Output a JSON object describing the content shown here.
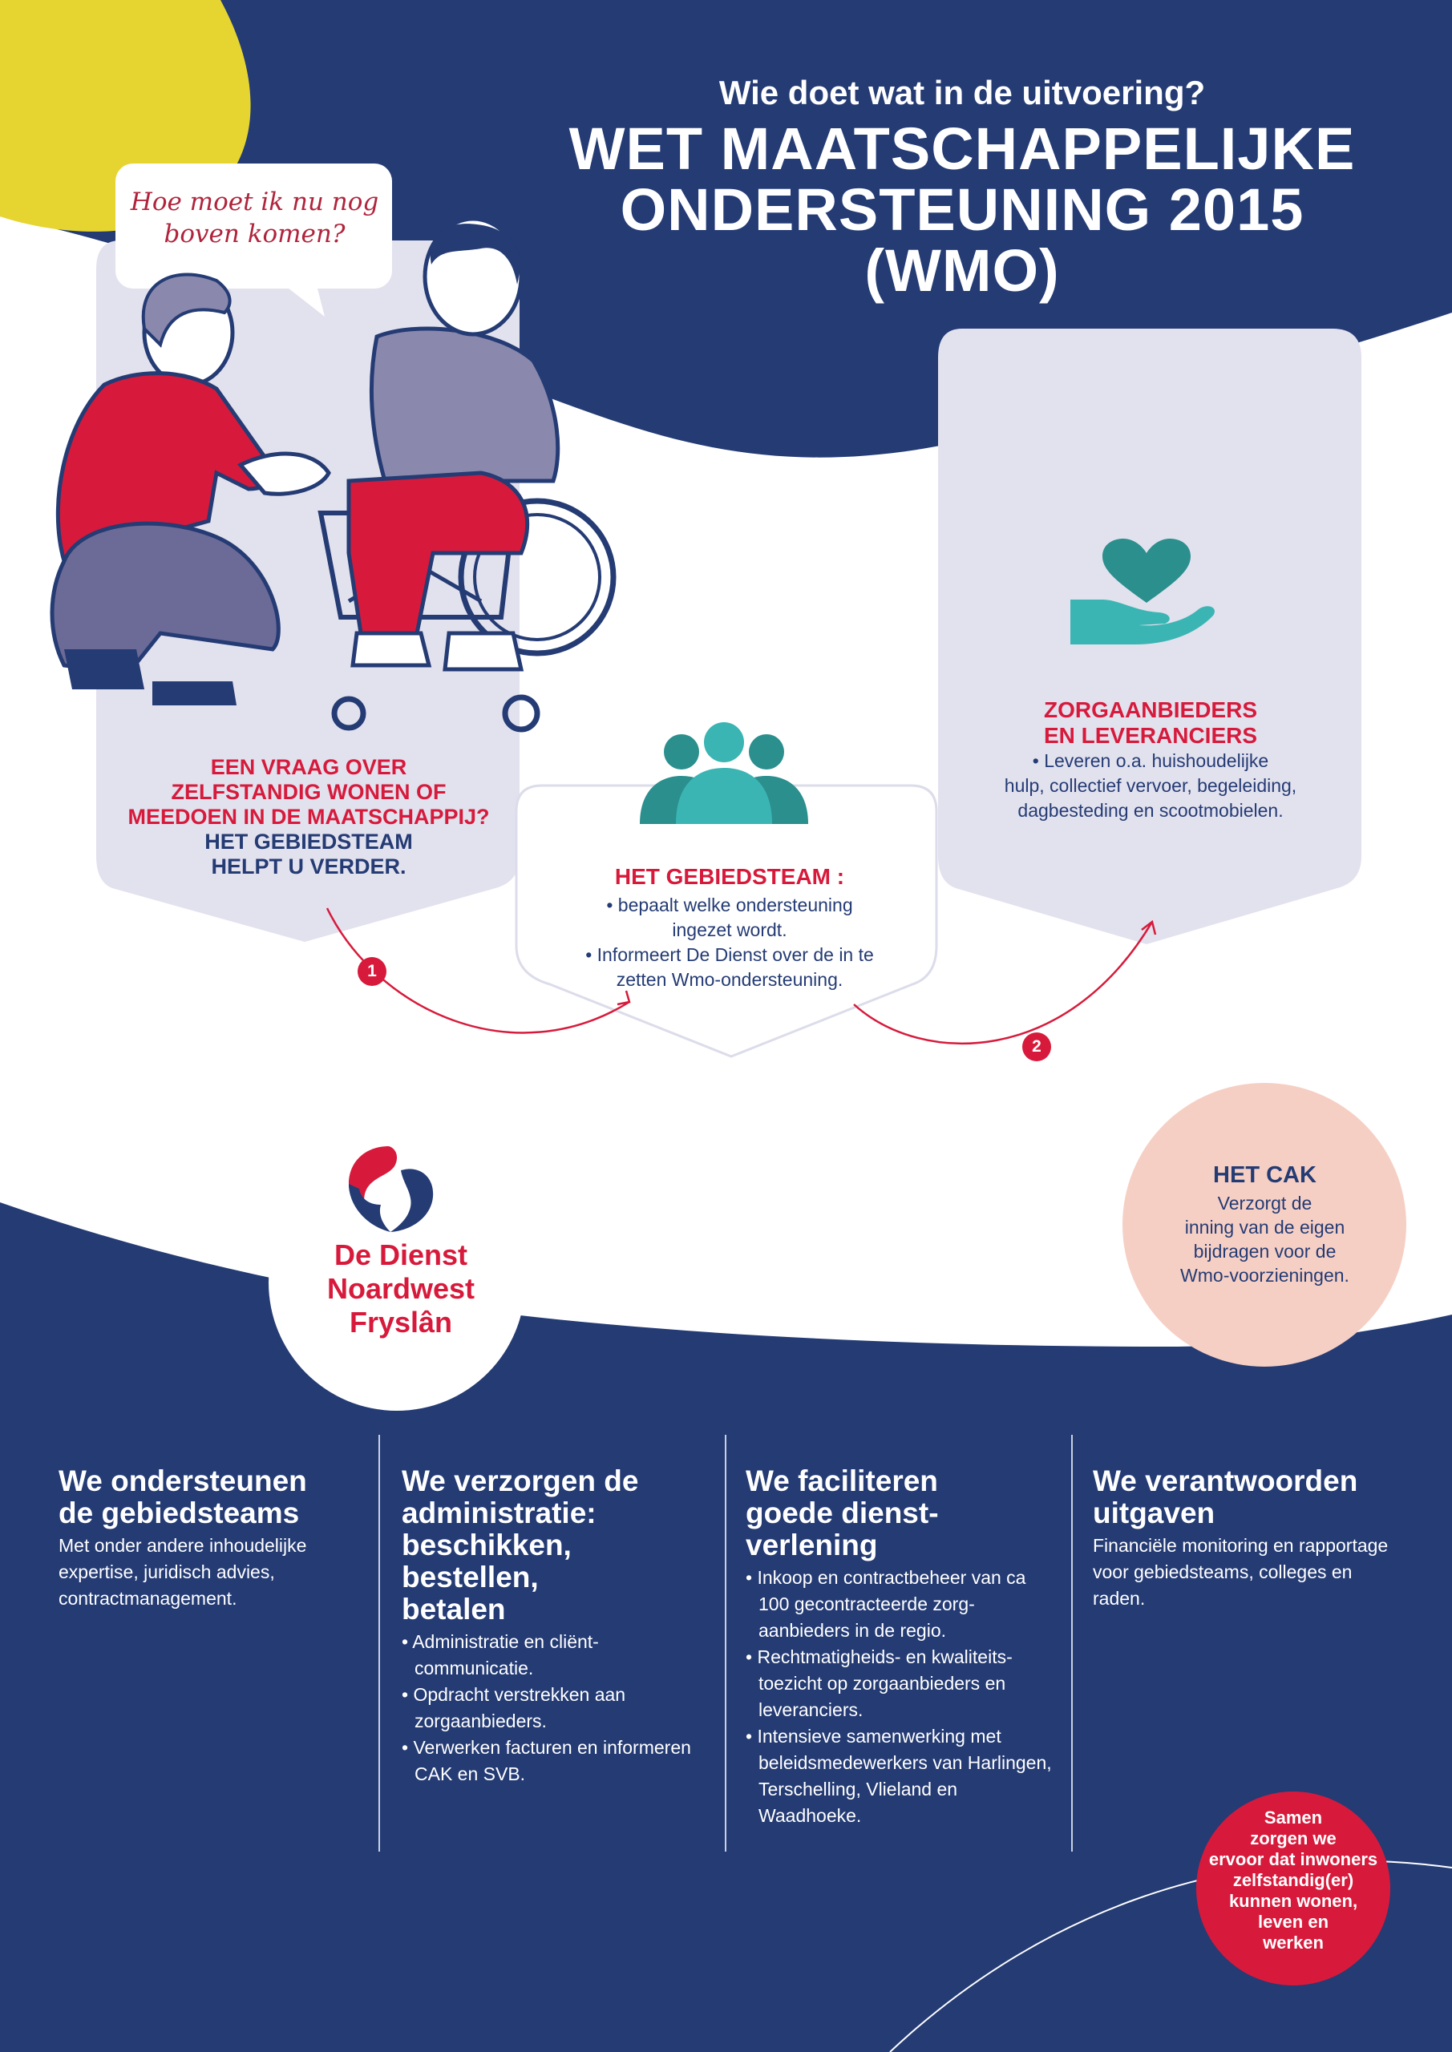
{
  "header": {
    "subtitle": "Wie doet wat in de uitvoering?",
    "title_line1": "WET MAATSCHAPPELIJKE",
    "title_line2": "ONDERSTEUNING 2015",
    "title_line3": "(WMO)"
  },
  "speech": {
    "line1": "Hoe moet ik nu nog",
    "line2": "boven komen?"
  },
  "question_card": {
    "question_line1": "EEN VRAAG OVER",
    "question_line2": "ZELFSTANDIG WONEN OF",
    "question_line3": "MEEDOEN IN DE MAATSCHAPPIJ?",
    "answer_line1": "HET GEBIEDSTEAM",
    "answer_line2": "HELPT U VERDER."
  },
  "gebiedsteam_card": {
    "title": "HET GEBIEDSTEAM :",
    "line1": "• bepaalt welke ondersteuning",
    "line2": "ingezet wordt.",
    "line3": "• Informeert De Dienst over de in te",
    "line4": "zetten Wmo-ondersteuning."
  },
  "zorg_card": {
    "title_line1": "ZORGAANBIEDERS",
    "title_line2": "EN LEVERANCIERS",
    "line1": "• Leveren o.a. huishoudelijke",
    "line2": "hulp, collectief vervoer, begeleiding,",
    "line3": "dagbesteding en scootmobielen."
  },
  "steps": {
    "step1": "1",
    "step2": "2"
  },
  "cak": {
    "title": "HET CAK",
    "line1": "Verzorgt de",
    "line2": "inning van de eigen",
    "line3": "bijdragen voor de",
    "line4": "Wmo-voorzieningen."
  },
  "logo": {
    "line1": "De Dienst",
    "line2": "Noardwest",
    "line3": "Fryslân"
  },
  "columns": [
    {
      "heading": [
        "We ondersteunen",
        "de gebiedsteams"
      ],
      "text": "Met onder andere inhoudelijke expertise, juridisch advies, contractmanagement."
    },
    {
      "heading": [
        "We verzorgen de",
        "administratie:",
        "beschikken,",
        "bestellen,",
        "betalen"
      ],
      "bullets": [
        "Administratie en cliënt-communicatie.",
        "Opdracht verstrekken aan zorgaanbieders.",
        "Verwerken facturen en informeren CAK en SVB."
      ]
    },
    {
      "heading": [
        "We faciliteren",
        "goede dienst-",
        "verlening"
      ],
      "bullets": [
        "Inkoop en contractbeheer van ca 100 gecontracteerde zorg-aanbieders in de regio.",
        "Rechtmatigheids- en kwaliteits-toezicht op zorgaanbieders en leveranciers.",
        "Intensieve samenwerking met beleidsmedewerkers van Harlingen, Terschelling, Vlieland en Waadhoeke."
      ]
    },
    {
      "heading": [
        "We verantwoorden",
        "uitgaven"
      ],
      "text": "Financiële monitoring en rapportage voor gebiedsteams, colleges en raden."
    }
  ],
  "samen": {
    "line1": "Samen",
    "line2": "zorgen we",
    "line3": "ervoor dat inwoners",
    "line4": "zelfstandig(er)",
    "line5": "kunnen wonen,",
    "line6": "leven en",
    "line7": "werken"
  },
  "colors": {
    "navy": "#243b74",
    "red": "#d71a3b",
    "yellow": "#e6d530",
    "lavender": "#e2e1ee",
    "teal": "#3aa8a6",
    "peach": "#f6cfc4"
  }
}
